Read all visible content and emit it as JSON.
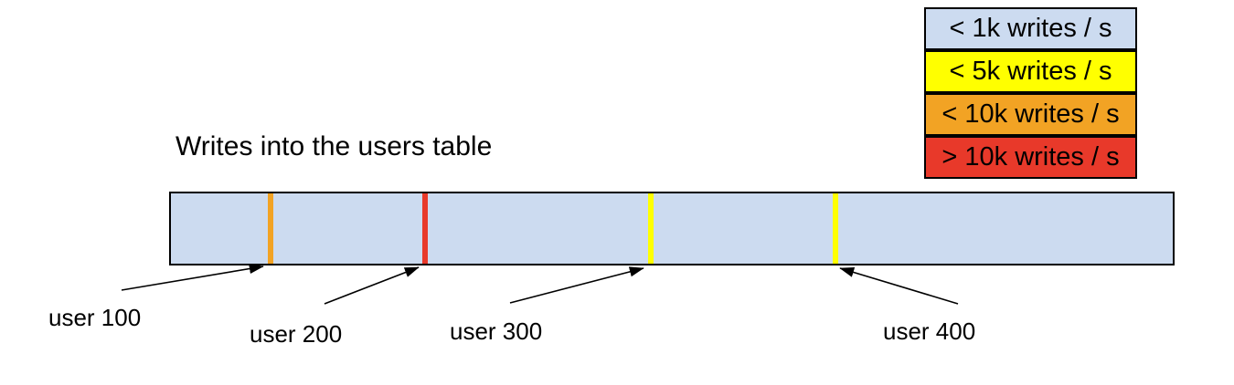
{
  "title": {
    "text": "Writes into the users table"
  },
  "legend": {
    "items": [
      {
        "label": "< 1k writes / s",
        "color": "#ccdbf0"
      },
      {
        "label": "< 5k writes / s",
        "color": "#ffff00"
      },
      {
        "label": "< 10k writes / s",
        "color": "#f2a324"
      },
      {
        "label": "> 10k writes / s",
        "color": "#e8392a"
      }
    ]
  },
  "users_table_bar": {
    "fill": "#ccdbf0",
    "border_color": "#000000",
    "hot_users": [
      {
        "label": "user 100",
        "write_rate": "< 10k writes / s",
        "color": "#f2a324",
        "position_pct": 9.9
      },
      {
        "label": "user 200",
        "write_rate": "> 10k writes / s",
        "color": "#e8392a",
        "position_pct": 25.4
      },
      {
        "label": "user 300",
        "write_rate": "< 5k writes / s",
        "color": "#ffff00",
        "position_pct": 47.9
      },
      {
        "label": "user 400",
        "write_rate": "< 5k writes / s",
        "color": "#ffff00",
        "position_pct": 66.3
      }
    ]
  }
}
